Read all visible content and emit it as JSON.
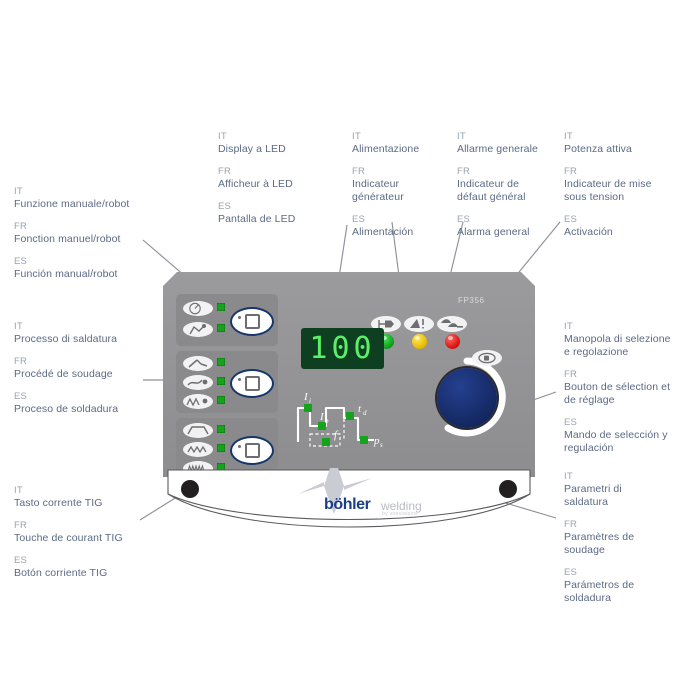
{
  "device": {
    "model_label": "FP356",
    "brand": "böhler",
    "brand_suffix": "welding",
    "brand_tagline": "by voestalpine",
    "display_value": "100",
    "display_color": "#5cf06a",
    "display_bg": "#0d3f20",
    "knob_color": "#19317a",
    "panel_color": "#95959a",
    "leds": [
      {
        "name": "power-supply-led",
        "color": "#0fa31d",
        "label": "green"
      },
      {
        "name": "general-alarm-led",
        "color": "#ecc500",
        "label": "yellow"
      },
      {
        "name": "active-power-led",
        "color": "#d81414",
        "label": "red"
      }
    ],
    "button_groups": [
      {
        "name": "manual-robot-group",
        "indicator_count": 2
      },
      {
        "name": "welding-process-group",
        "indicator_count": 3
      },
      {
        "name": "tig-current-group",
        "indicator_count": 3
      }
    ],
    "waveform_params": [
      {
        "symbol": "I",
        "sub": "i"
      },
      {
        "symbol": "I",
        "sub": "b"
      },
      {
        "symbol": "f",
        "sub": ""
      },
      {
        "symbol": "t",
        "sub": "d"
      },
      {
        "symbol": "p",
        "sub": "s"
      }
    ]
  },
  "callouts": [
    {
      "id": "manual-robot",
      "entries": [
        {
          "lang": "IT",
          "text": "Funzione manuale/robot"
        },
        {
          "lang": "FR",
          "text": "Fonction manuel/robot"
        },
        {
          "lang": "ES",
          "text": "Función manual/robot"
        }
      ]
    },
    {
      "id": "welding-process",
      "entries": [
        {
          "lang": "IT",
          "text": "Processo di saldatura"
        },
        {
          "lang": "FR",
          "text": "Procédé de soudage"
        },
        {
          "lang": "ES",
          "text": "Proceso de soldadura"
        }
      ]
    },
    {
      "id": "tig-current-key",
      "entries": [
        {
          "lang": "IT",
          "text": "Tasto corrente TIG"
        },
        {
          "lang": "FR",
          "text": "Touche de courant TIG"
        },
        {
          "lang": "ES",
          "text": "Botón corriente TIG"
        }
      ]
    },
    {
      "id": "led-display",
      "entries": [
        {
          "lang": "IT",
          "text": "Display a LED"
        },
        {
          "lang": "FR",
          "text": "Afficheur à LED"
        },
        {
          "lang": "ES",
          "text": "Pantalla de LED"
        }
      ]
    },
    {
      "id": "power-supply",
      "entries": [
        {
          "lang": "IT",
          "text": "Alimentazione"
        },
        {
          "lang": "FR",
          "text": "Indicateur\ngénérateur"
        },
        {
          "lang": "ES",
          "text": "Alimentación"
        }
      ]
    },
    {
      "id": "general-alarm",
      "entries": [
        {
          "lang": "IT",
          "text": "Allarme generale"
        },
        {
          "lang": "FR",
          "text": "Indicateur de\ndéfaut général"
        },
        {
          "lang": "ES",
          "text": "Alarma general"
        }
      ]
    },
    {
      "id": "active-power",
      "entries": [
        {
          "lang": "IT",
          "text": "Potenza attiva"
        },
        {
          "lang": "FR",
          "text": "Indicateur de mise\nsous tension"
        },
        {
          "lang": "ES",
          "text": "Activación"
        }
      ]
    },
    {
      "id": "selection-knob",
      "entries": [
        {
          "lang": "IT",
          "text": "Manopola di selezione\ne regolazione"
        },
        {
          "lang": "FR",
          "text": "Bouton de sélection et\nde réglage"
        },
        {
          "lang": "ES",
          "text": "Mando de selección y\nregulación"
        }
      ]
    },
    {
      "id": "welding-parameters",
      "entries": [
        {
          "lang": "IT",
          "text": "Parametri di\nsaldatura"
        },
        {
          "lang": "FR",
          "text": "Paramètres de\nsoudage"
        },
        {
          "lang": "ES",
          "text": "Parámetros de\nsoldadura"
        }
      ]
    }
  ]
}
